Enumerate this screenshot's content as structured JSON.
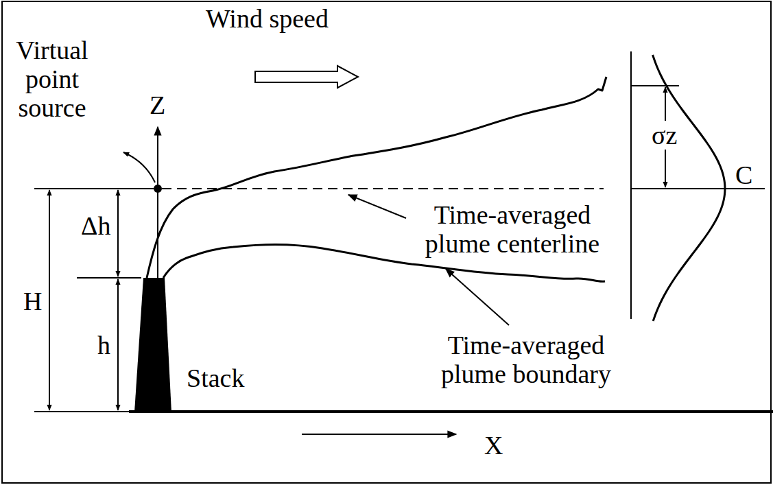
{
  "diagram": {
    "labels": [
      "Virtual point source",
      "Wind speed",
      "Z",
      "Δh",
      "H",
      "h",
      "Time-averaged plume centerline",
      "Time-averaged plume boundary",
      "Stack",
      "σz",
      "C",
      "X"
    ]
  }
}
